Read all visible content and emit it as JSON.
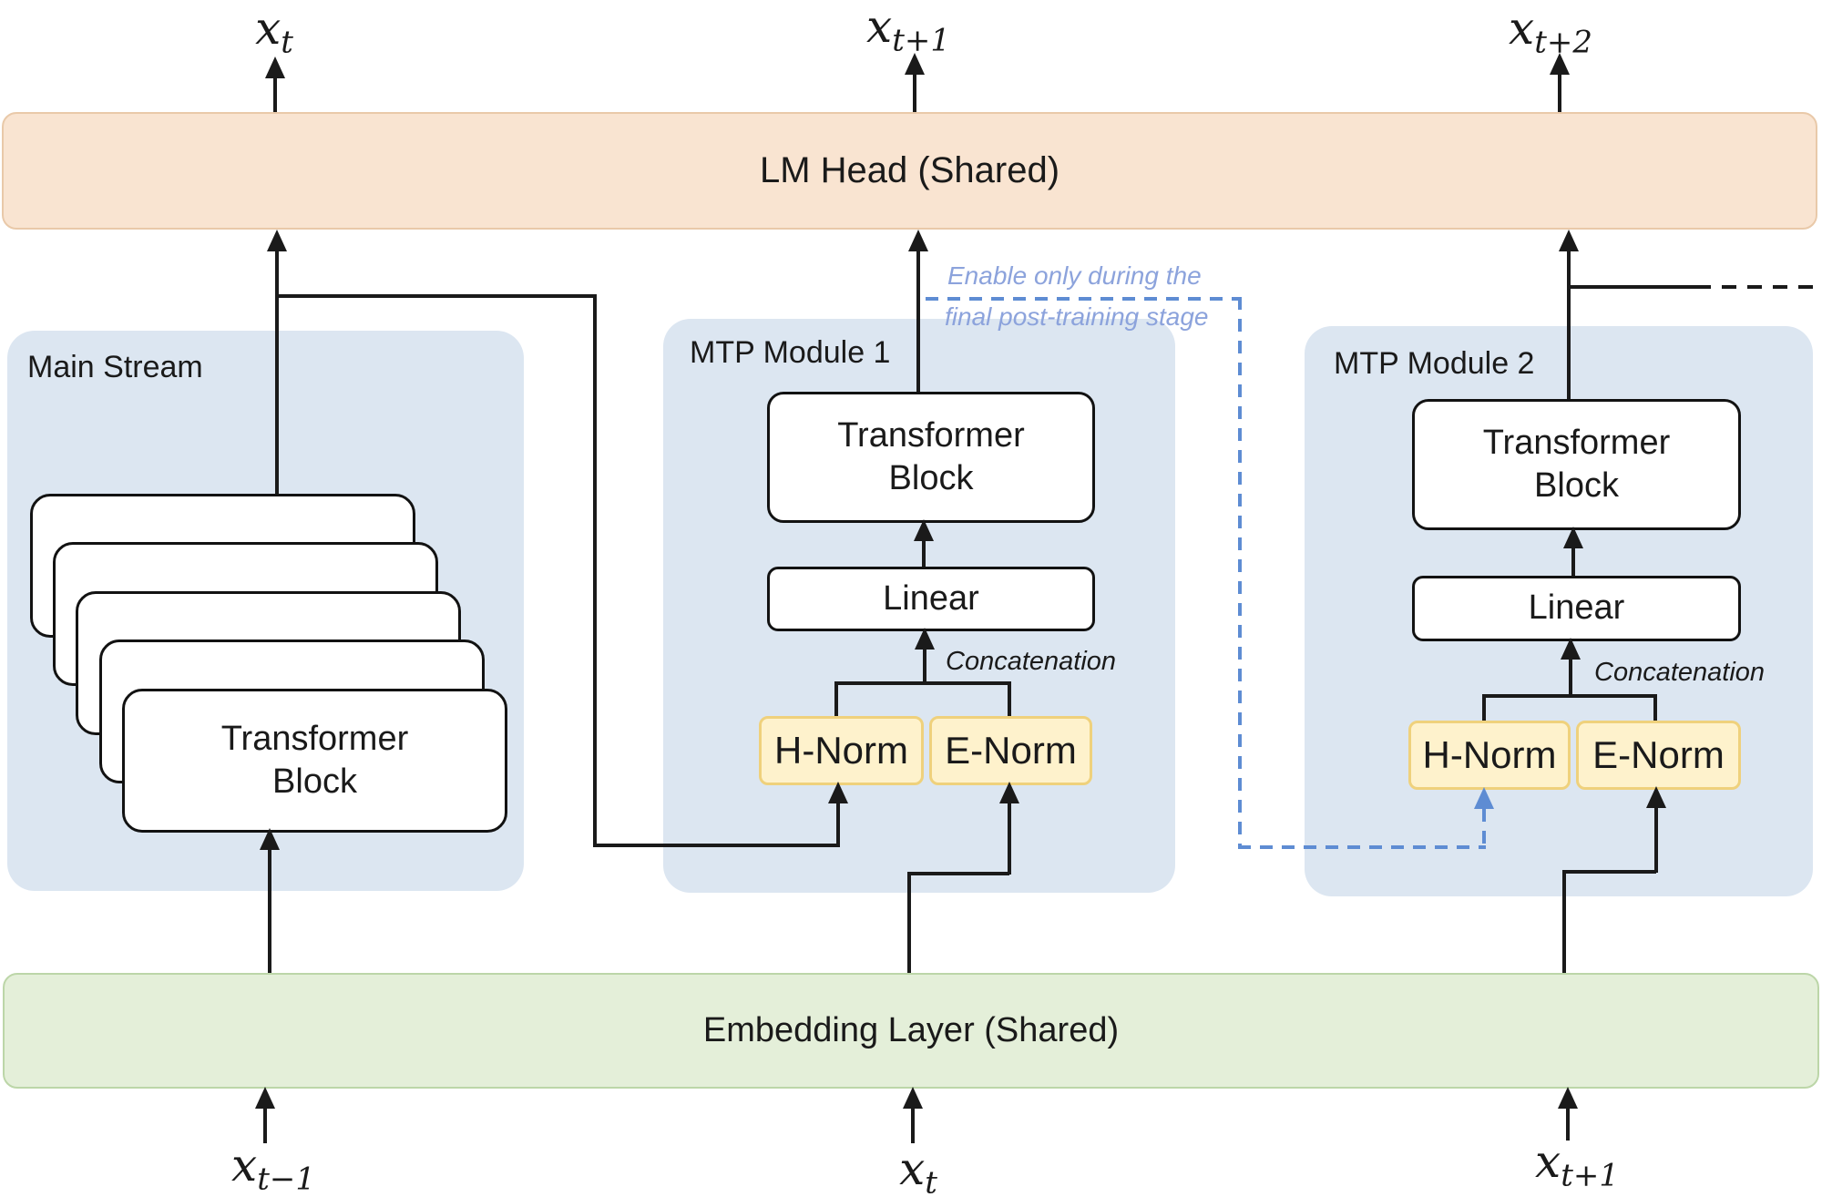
{
  "palette": {
    "lm_head_fill": "#F9E4D1",
    "lm_head_border": "#E9C9A9",
    "embedding_fill": "#E4EFD9",
    "embedding_border": "#BCD6A8",
    "panel_fill": "#DCE6F1",
    "norm_fill": "#FEF2CC",
    "norm_border": "#EFD17C",
    "line_color": "#1a1a1a",
    "blue_dash": "#5E8CD3",
    "blue_text": "#8CA3DC"
  },
  "lm_head": {
    "label": "LM Head (Shared)"
  },
  "embedding": {
    "label": "Embedding Layer (Shared)"
  },
  "main_stream": {
    "title": "Main Stream",
    "transformer_block": "Transformer\nBlock"
  },
  "mtp1": {
    "title": "MTP Module 1",
    "transformer_block": "Transformer\nBlock",
    "linear": "Linear",
    "h_norm": "H-Norm",
    "e_norm": "E-Norm",
    "concatenation": "Concatenation"
  },
  "mtp2": {
    "title": "MTP Module 2",
    "transformer_block": "Transformer\nBlock",
    "linear": "Linear",
    "h_norm": "H-Norm",
    "e_norm": "E-Norm",
    "concatenation": "Concatenation"
  },
  "annotation": {
    "line1": "Enable only during the",
    "line2": "final post-training stage"
  },
  "labels": {
    "top": [
      {
        "base": "x",
        "sub": "t"
      },
      {
        "base": "x",
        "sub": "t+1"
      },
      {
        "base": "x",
        "sub": "t+2"
      }
    ],
    "bottom": [
      {
        "base": "x",
        "sub": "t−1"
      },
      {
        "base": "x",
        "sub": "t"
      },
      {
        "base": "x",
        "sub": "t+1"
      }
    ]
  }
}
